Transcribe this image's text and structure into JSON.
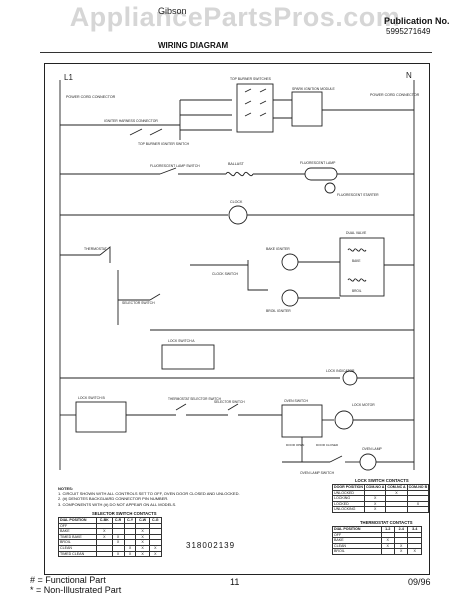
{
  "watermark": "AppliancePartsPros.com",
  "header": {
    "brand": "Gibson",
    "diagram_title": "WIRING DIAGRAM",
    "publication_label": "Publication No.",
    "publication_number": "5995271649"
  },
  "diagram": {
    "line1": "L1",
    "neutral": "N",
    "labels": {
      "power_cord_left": "POWER CORD CONNECTOR",
      "power_cord_right": "POWER CORD CONNECTOR",
      "top_burner_switches": "TOP BURNER SWITCHES",
      "spark_module": "SPARK IGNITION MODULE",
      "igniter_harness": "IGNITER HARNESS CONNECTOR",
      "top_burner_igniter": "TOP BURNER IGNITER SWITCH",
      "fluorescent_lamp_switch": "FLUORESCENT LAMP SWITCH",
      "ballast": "BALLAST",
      "fluorescent_lamp": "FLUORESCENT LAMP",
      "fluorescent_starter": "FLUORESCENT STARTER",
      "clock": "CLOCK",
      "thermostat": "THERMOSTAT",
      "selector_switch": "SELECTOR SWITCH",
      "clock_switch": "CLOCK SWITCH",
      "bake_igniter": "BAKE IGNITER",
      "broil_igniter": "BROIL IGNITER",
      "dual_valve": "DUAL VALVE",
      "bake": "BAKE",
      "broil": "BROIL",
      "lock_switch_a": "LOCK SWITCH A",
      "lock_switch_b": "LOCK SWITCH B",
      "thermostat_selector": "THERMOSTAT SELECTOR SWITCH",
      "selector_switch_2": "SELECTOR SWITCH",
      "oven_switch": "OVEN SWITCH",
      "lock_motor": "LOCK MOTOR",
      "lock_indicator": "LOCK INDICATOR",
      "oven_lamp_switch": "OVEN LAMP SWITCH",
      "oven_lamp": "OVEN LAMP",
      "door_open": "DOOR OPEN",
      "door_closed": "DOOR CLOSED"
    }
  },
  "notes": {
    "title": "NOTES:",
    "lines": [
      "1. CIRCUIT SHOWN WITH ALL CONTROLS SET TO OFF, OVEN DOOR CLOSED AND UNLOCKED.",
      "2. (#) DENOTES BACKGUARD CONNECTOR PIN NUMBER.",
      "3. COMPONENTS WITH (#) DO NOT APPEAR ON ALL MODELS."
    ]
  },
  "part_number": "318002139",
  "selector_table": {
    "title": "SELECTOR SWITCH CONTACTS",
    "header": [
      "DIAL POSITION",
      "C-BK",
      "C-R",
      "C-Y",
      "C-W",
      "C-G"
    ],
    "rows": [
      [
        "OFF",
        "",
        "",
        "",
        "",
        ""
      ],
      [
        "BAKE",
        "X",
        "",
        "",
        "X",
        ""
      ],
      [
        "TIMED BAKE",
        "X",
        "X",
        "",
        "X",
        ""
      ],
      [
        "BROIL",
        "",
        "X",
        "",
        "X",
        ""
      ],
      [
        "CLEAN",
        "",
        "",
        "X",
        "X",
        "X"
      ],
      [
        "TIMED CLEAN",
        "",
        "X",
        "X",
        "X",
        "X"
      ]
    ]
  },
  "lock_table": {
    "title": "LOCK SWITCH CONTACTS",
    "header": [
      "DOOR POSITION",
      "COM-NO A",
      "COM-NC A",
      "COM-NO B"
    ],
    "rows": [
      [
        "UNLOCKED",
        "",
        "X",
        ""
      ],
      [
        "LOCKING",
        "X",
        "",
        ""
      ],
      [
        "LOCKED",
        "X",
        "",
        "X"
      ],
      [
        "UNLOCKING",
        "X",
        "",
        ""
      ]
    ]
  },
  "thermostat_table": {
    "title": "THERMOSTAT CONTACTS",
    "header": [
      "DIAL POSITION",
      "1-2",
      "2-4",
      "3-4"
    ],
    "rows": [
      [
        "OFF",
        "",
        "",
        ""
      ],
      [
        "BAKE",
        "X",
        "",
        ""
      ],
      [
        "CLEAN",
        "X",
        "X",
        ""
      ],
      [
        "BROIL",
        "",
        "X",
        "X"
      ]
    ]
  },
  "footer": {
    "functional_part": "# = Functional Part",
    "non_illustrated": "* = Non-Illustrated Part",
    "page_number": "11",
    "date": "09/96"
  }
}
